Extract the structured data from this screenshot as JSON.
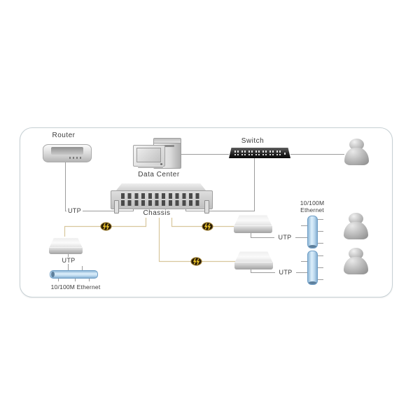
{
  "diagram": {
    "type": "network-topology",
    "labels": {
      "router": "Router",
      "data_center": "Data Center",
      "switch": "Switch",
      "chassis": "Chassis",
      "utp_router_link": "UTP",
      "utp_left_converter": "UTP",
      "utp_right_top_converter": "UTP",
      "utp_right_bottom_converter": "UTP",
      "ethernet_left": "10/100M Ethernet",
      "ethernet_right_line1": "10/100M",
      "ethernet_right_line2": "Ethernet"
    },
    "users": {
      "count": 3
    },
    "icons": [
      "router-device-icon",
      "data-center-computer-icon",
      "ethernet-switch-icon",
      "chassis-rack-icon",
      "media-converter-icon",
      "lightning-link-icon",
      "ethernet-segment-cylinder-icon",
      "user-icon"
    ],
    "colors": {
      "copper_line": "#9b9b9b",
      "fiber_line": "#d8c69c",
      "panel_border": "#c6d0d4",
      "cylinder_fill": "#bcd9ef",
      "cylinder_border": "#6e9ec6",
      "switch_body": "#191919",
      "device_body": "#d7d7d7",
      "lightning_oval": "#2a1c08",
      "lightning_bolt": "#f6ce2a",
      "text": "#3b3b3b"
    }
  }
}
